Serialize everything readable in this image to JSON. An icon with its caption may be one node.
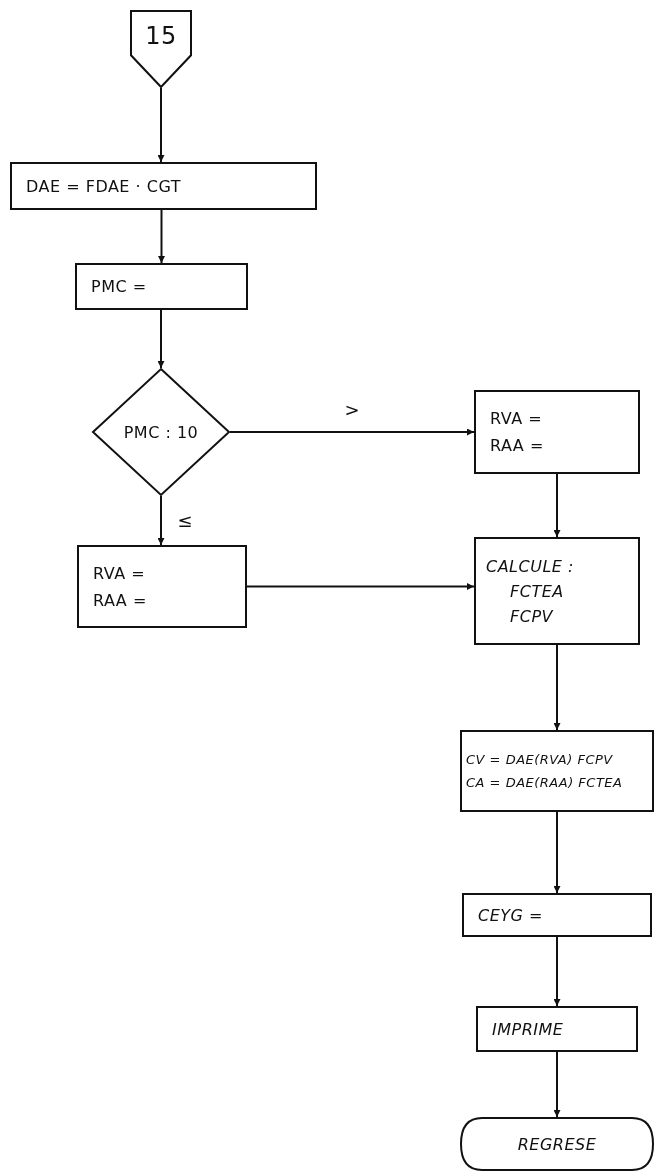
{
  "diagram": {
    "nodes": [
      {
        "text": [
          "15"
        ]
      },
      {
        "text": [
          "DAE = FDAE · CGT"
        ]
      },
      {
        "text": [
          "PMC ="
        ]
      },
      {
        "text": [
          "PMC : 10"
        ]
      },
      {
        "text": [
          "RVA =",
          "RAA ="
        ]
      },
      {
        "text": [
          "RVA =",
          "RAA ="
        ]
      },
      {
        "text": [
          "CALCULE :",
          "FCTEA",
          "FCPV"
        ]
      },
      {
        "text": [
          "CV = DAE(RVA) FCPV",
          "CA = DAE(RAA) FCTEA"
        ]
      },
      {
        "text": [
          "CEYG ="
        ]
      },
      {
        "text": [
          "IMPRIME"
        ]
      },
      {
        "text": [
          "REGRESE"
        ]
      }
    ],
    "edges": [
      {
        "from": 0,
        "to": 1,
        "arrow": "to"
      },
      {
        "from": 1,
        "to": 2,
        "arrow": "to"
      },
      {
        "from": 2,
        "to": 3,
        "arrow": "to"
      },
      {
        "from": 3,
        "to": 4,
        "arrow": "to",
        "label": ">"
      },
      {
        "from": 3,
        "to": 5,
        "arrow": "to",
        "label": "≤"
      },
      {
        "from": 4,
        "to": 6,
        "arrow": "to"
      },
      {
        "from": 5,
        "to": 6,
        "arrow": "to"
      },
      {
        "from": 6,
        "to": 7,
        "arrow": "to"
      },
      {
        "from": 7,
        "to": 8,
        "arrow": "to"
      },
      {
        "from": 8,
        "to": 9,
        "arrow": "to"
      },
      {
        "from": 9,
        "to": 10,
        "arrow": "to"
      }
    ]
  }
}
